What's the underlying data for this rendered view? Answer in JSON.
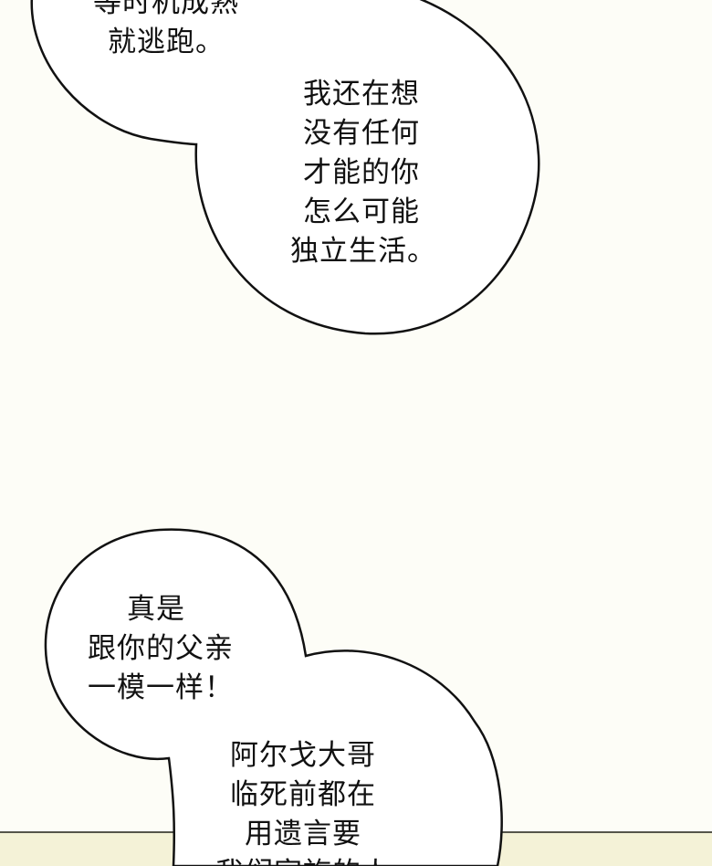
{
  "bubble_top": {
    "part_1": [
      "等时机成熟",
      "就逃跑。"
    ],
    "part_2": [
      "我还在想",
      "没有任何",
      "才能的你",
      "怎么可能",
      "独立生活。"
    ]
  },
  "bubble_bottom": {
    "part_1": [
      "真是",
      "跟你的父亲",
      "一模一样！"
    ],
    "part_2": [
      "阿尔戈大哥",
      "临死前都在",
      "用遗言要",
      "我们家族的人"
    ]
  },
  "colors": {
    "background": "#fdfdf7",
    "bubble_fill": "#ffffff",
    "bubble_stroke": "#111111",
    "text": "#111111",
    "bottom_strip": "#f4f2d7"
  }
}
